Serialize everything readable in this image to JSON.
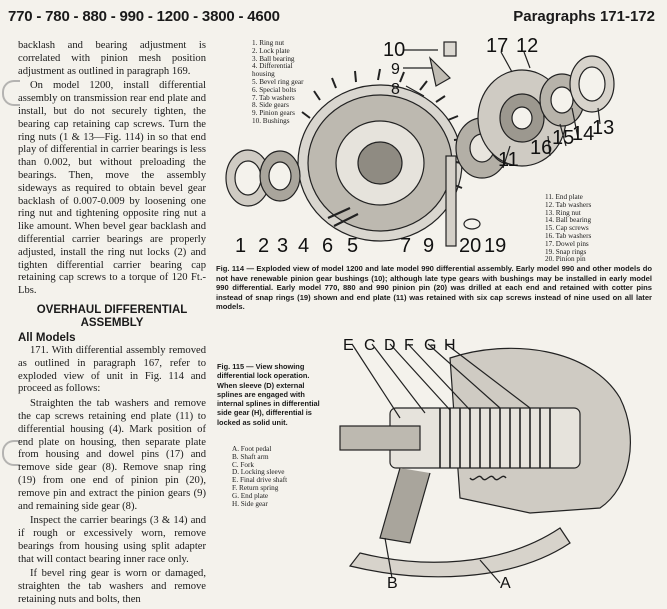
{
  "header": {
    "models": "770 - 780 - 880 - 990 - 1200 - 3800 - 4600",
    "paragraphs": "Paragraphs 171-172"
  },
  "left_column": {
    "p1": "backlash and bearing adjustment is correlated with pinion mesh position adjustment as outlined in paragraph 169.",
    "p2": "On model 1200, install differential assembly on transmission rear end plate and install, but do not securely tighten, the bearing cap retaining cap screws. Turn the ring nuts (1 & 13—Fig. 114) in so that end play of differential in carrier bearings is less than 0.002, but without preloading the bearings. Then, move the assembly sideways as required to obtain bevel gear backlash of 0.007-0.009 by loosening one ring nut and tightening opposite ring nut a like amount. When bevel gear backlash and differential carrier bearings are properly adjusted, install the ring nut locks (2) and tighten differential carrier bearing cap retaining cap screws to a torque of 120 Ft.-Lbs.",
    "section_title": "OVERHAUL DIFFERENTIAL ASSEMBLY",
    "subsection": "All Models",
    "p3": "171. With differential assembly removed as outlined in paragraph 167, refer to exploded view of unit in Fig. 114 and proceed as follows:",
    "p4": "Straighten the tab washers and remove the cap screws retaining end plate (11) to differential housing (4). Mark position of end plate on housing, then separate plate from housing and dowel pins (17) and remove side gear (8). Remove snap ring (19) from one end of pinion pin (20), remove pin and extract the pinion gears (9) and remaining side gear (8).",
    "p5": "Inspect the carrier bearings (3 & 14) and if rough or excessively worn, remove bearings from housing using split adapter that will contact bearing inner race only.",
    "p6": "If bevel ring gear is worn or damaged, straighten the tab washers and remove retaining nuts and bolts, then"
  },
  "fig114": {
    "legend": [
      "1. Ring nut",
      "2. Lock plate",
      "3. Ball bearing",
      "4. Differential",
      "   housing",
      "5. Bevel ring gear",
      "6. Special bolts",
      "7. Tab washers",
      "8. Side gears",
      "9. Pinion gears",
      "10. Bushings"
    ],
    "legend2": [
      "11. End plate",
      "12. Tab washers",
      "13. Ring nut",
      "14. Ball bearing",
      "15. Cap screws",
      "16. Tab washers",
      "17. Dowel pins",
      "19. Snap rings",
      "20. Pinion pin"
    ],
    "callouts_top": [
      "10",
      "9",
      "8",
      "17",
      "12"
    ],
    "callouts_right": [
      "11",
      "16",
      "15",
      "14",
      "13"
    ],
    "callouts_bottom": [
      "1",
      "2",
      "3",
      "4",
      "6",
      "5",
      "7",
      "9",
      "20",
      "19"
    ],
    "caption": "Fig. 114 — Exploded view of model 1200 and late model 990 differential assembly. Early model 990 and other models do not have renewable pinion gear bushings (10); although late type gears with bushings may be installed in early model 990 differential. Early model 770, 880 and 990 pinion pin (20) was drilled at each end and retained with cotter pins instead of snap rings (19) shown and end plate (11) was retained with six cap screws instead of nine used on all later models."
  },
  "fig115": {
    "caption": "Fig. 115 — View showing differential lock operation. When sleeve (D) external splines are engaged with internal splines in differential side gear (H), differential is locked as solid unit.",
    "legend": [
      "A. Foot pedal",
      "B. Shaft arm",
      "C. Fork",
      "D. Locking sleeve",
      "E. Final drive shaft",
      "F. Return spring",
      "G. End plate",
      "H. Side gear"
    ],
    "letters_top": [
      "E",
      "C",
      "D",
      "F",
      "G",
      "H"
    ],
    "letters_bottom": [
      "B",
      "A"
    ]
  }
}
